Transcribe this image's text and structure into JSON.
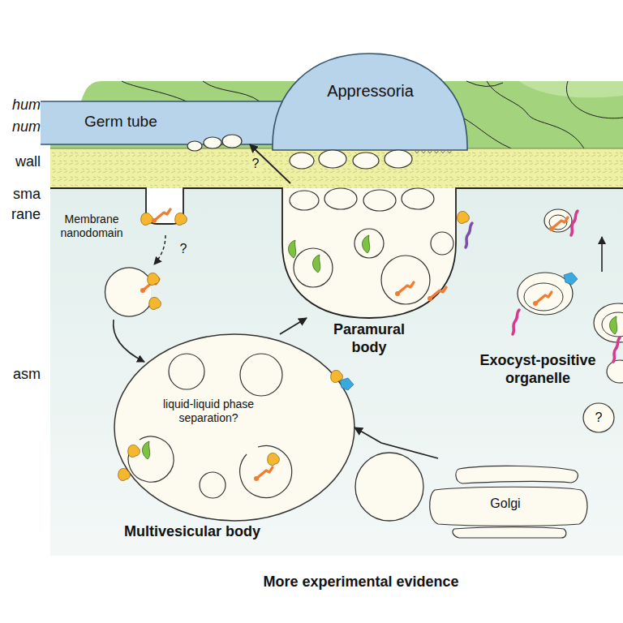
{
  "diagram": {
    "nodes": [
      {
        "text": [
          "Appressoria"
        ]
      },
      {
        "text": [
          "Germ tube"
        ]
      },
      {
        "text": [
          "Paramural body"
        ]
      },
      {
        "text": [
          "liquid-liquid phase separation?",
          "Multivesicular body"
        ]
      },
      {
        "text": [
          "Exocyst-positive organelle"
        ]
      },
      {
        "text": [
          "Golgi"
        ]
      }
    ],
    "edges": [
      {
        "from": 3,
        "to": 2,
        "arrow": "to"
      },
      {
        "from": 5,
        "to": 3,
        "arrow": "to"
      },
      {
        "from": 2,
        "to": 1,
        "arrow": "to",
        "label": "?"
      }
    ],
    "labels": [
      "hum",
      "num",
      "wall",
      "sma",
      "rane",
      "asm",
      "Membrane nanodomain",
      "?",
      "?",
      "More experimental evidence"
    ]
  }
}
